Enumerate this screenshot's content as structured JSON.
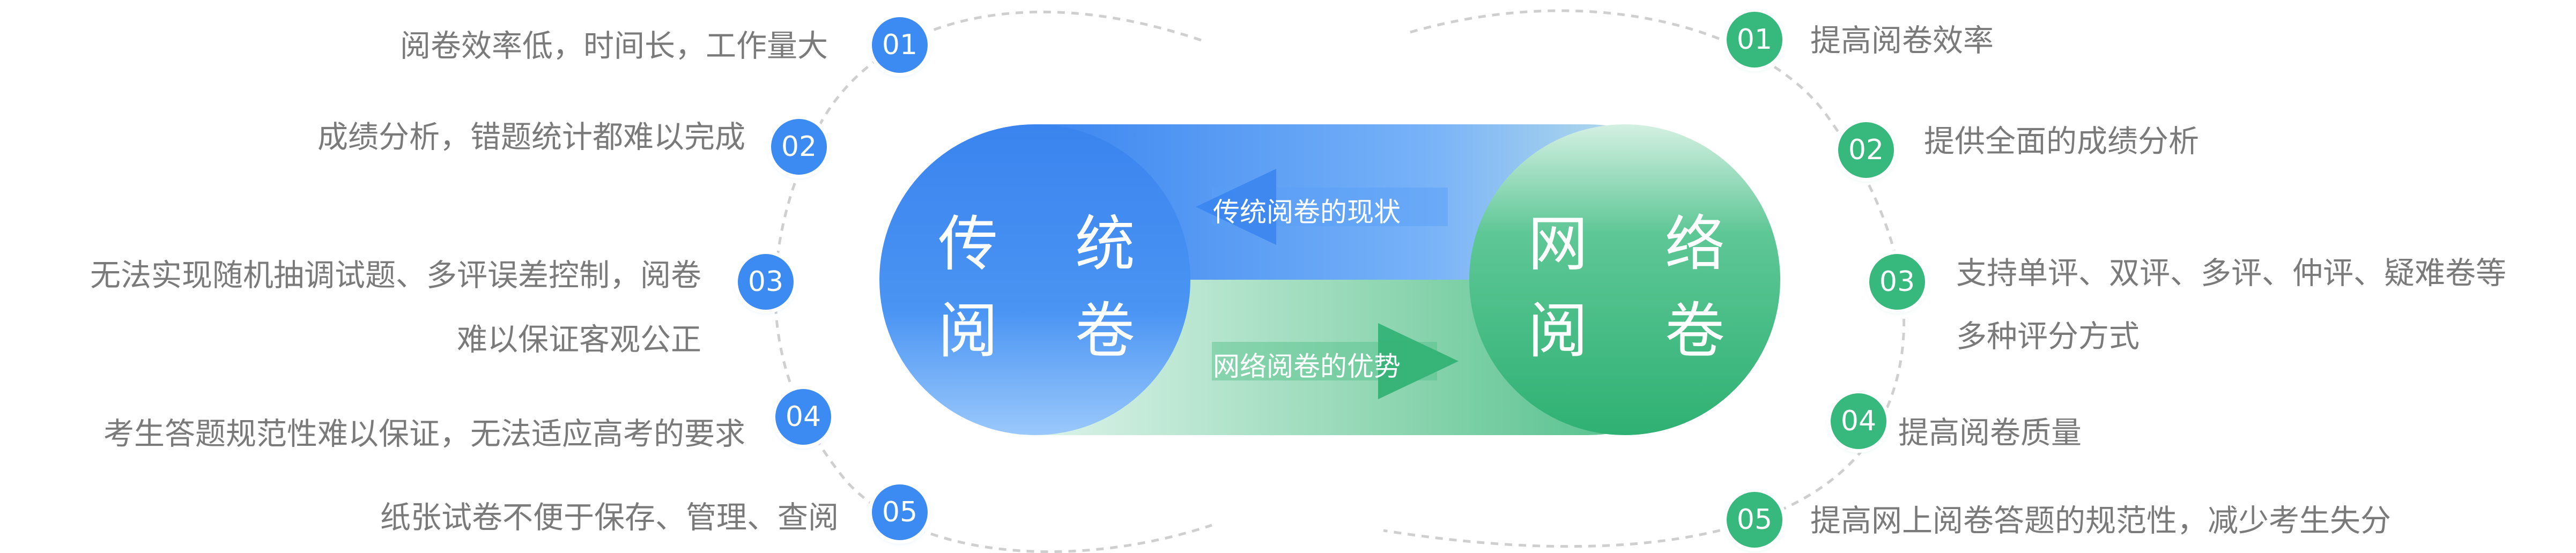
{
  "colors": {
    "blue": "#3b8bf2",
    "green": "#37b87c",
    "text": "#7a7a7a"
  },
  "left_panel": {
    "title_line1": "传 统",
    "title_line2": "阅 卷",
    "items": [
      {
        "num": "01",
        "text": "阅卷效率低，时间长，工作量大"
      },
      {
        "num": "02",
        "text": "成绩分析，错题统计都难以完成"
      },
      {
        "num": "03",
        "text_line1": "无法实现随机抽调试题、多评误差控制，阅卷",
        "text_line2": "难以保证客观公正"
      },
      {
        "num": "04",
        "text": "考生答题规范性难以保证，无法适应高考的要求"
      },
      {
        "num": "05",
        "text": "纸张试卷不便于保存、管理、查阅"
      }
    ]
  },
  "right_panel": {
    "title_line1": "网 络",
    "title_line2": "阅 卷",
    "items": [
      {
        "num": "01",
        "text": "提高阅卷效率"
      },
      {
        "num": "02",
        "text": "提供全面的成绩分析"
      },
      {
        "num": "03",
        "text_line1": "支持单评、双评、多评、仲评、疑难卷等",
        "text_line2": "多种评分方式"
      },
      {
        "num": "04",
        "text": "提高阅卷质量"
      },
      {
        "num": "05",
        "text": "提高网上阅卷答题的规范性，减少考生失分"
      }
    ]
  },
  "bands": {
    "top_label": "传统阅卷的现状",
    "bottom_label": "网络阅卷的优势"
  }
}
